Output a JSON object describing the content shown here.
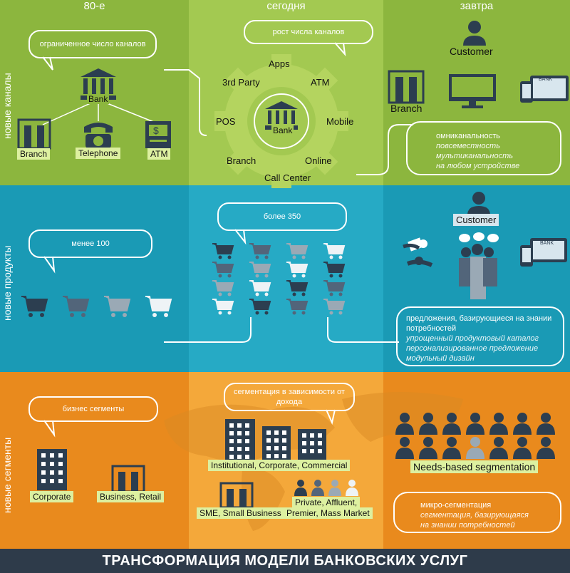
{
  "columns": [
    "80-е",
    "сегодня",
    "завтра"
  ],
  "rows": [
    "новые каналы",
    "новые продукты",
    "новые сегменты"
  ],
  "colors": {
    "green_dark": "#8cb63e",
    "green_mid": "#a3c951",
    "green_light": "#b4d45f",
    "blue_dark": "#1a9ab5",
    "blue_mid": "#26aac5",
    "blue_light": "#30b7d1",
    "orange_dark": "#e98a1d",
    "orange_mid": "#f09e30",
    "orange_light": "#f4a83a",
    "navy": "#2c3e50",
    "footer": "#2e3b4a",
    "tag": "#ddf0a0"
  },
  "channels": {
    "past": {
      "bubble": "ограниченное число каналов",
      "bank": "Bank",
      "branch": "Branch",
      "telephone": "Telephone",
      "atm": "ATM"
    },
    "today": {
      "bubble": "рост числа каналов",
      "bank": "Bank",
      "apps": "Apps",
      "third_party": "3rd Party",
      "atm": "ATM",
      "pos": "POS",
      "mobile": "Mobile",
      "branch": "Branch",
      "online": "Online",
      "call_center": "Call Center"
    },
    "future": {
      "customer": "Customer",
      "branch": "Branch",
      "bank_screen": "BANK",
      "note_head": "омниканальность",
      "note_lines": [
        "повсеместность",
        "мультиканальность",
        "на любом устройстве"
      ]
    }
  },
  "products": {
    "past": {
      "bubble": "менее 100"
    },
    "today": {
      "bubble": "более 350"
    },
    "future": {
      "customer": "Customer",
      "bank_screen": "BANK",
      "note_head": "предложения, базирующиеся на знании потребностей",
      "note_lines": [
        "упрощенный продуктовый каталог",
        "персонализированное предложение",
        "модульный дизайн"
      ]
    }
  },
  "segments": {
    "past": {
      "bubble": "бизнес сегменты",
      "corporate": "Corporate",
      "business_retail": "Business, Retail"
    },
    "today": {
      "bubble": "сегментация в зависимости от дохода",
      "institutional": "Institutional, Corporate, Commercial",
      "sme": "SME, Small Business",
      "private": "Private, Affluent,",
      "premier": "Premier, Mass Market"
    },
    "future": {
      "segmentation": "Needs-based segmentation",
      "note_head": "микро-сегментация",
      "note_lines": [
        "сегментация, базирующаяся",
        "на знании потребностей"
      ]
    }
  },
  "footer_title": "ТРАНСФОРМАЦИЯ МОДЕЛИ БАНКОВСКИХ УСЛУГ"
}
